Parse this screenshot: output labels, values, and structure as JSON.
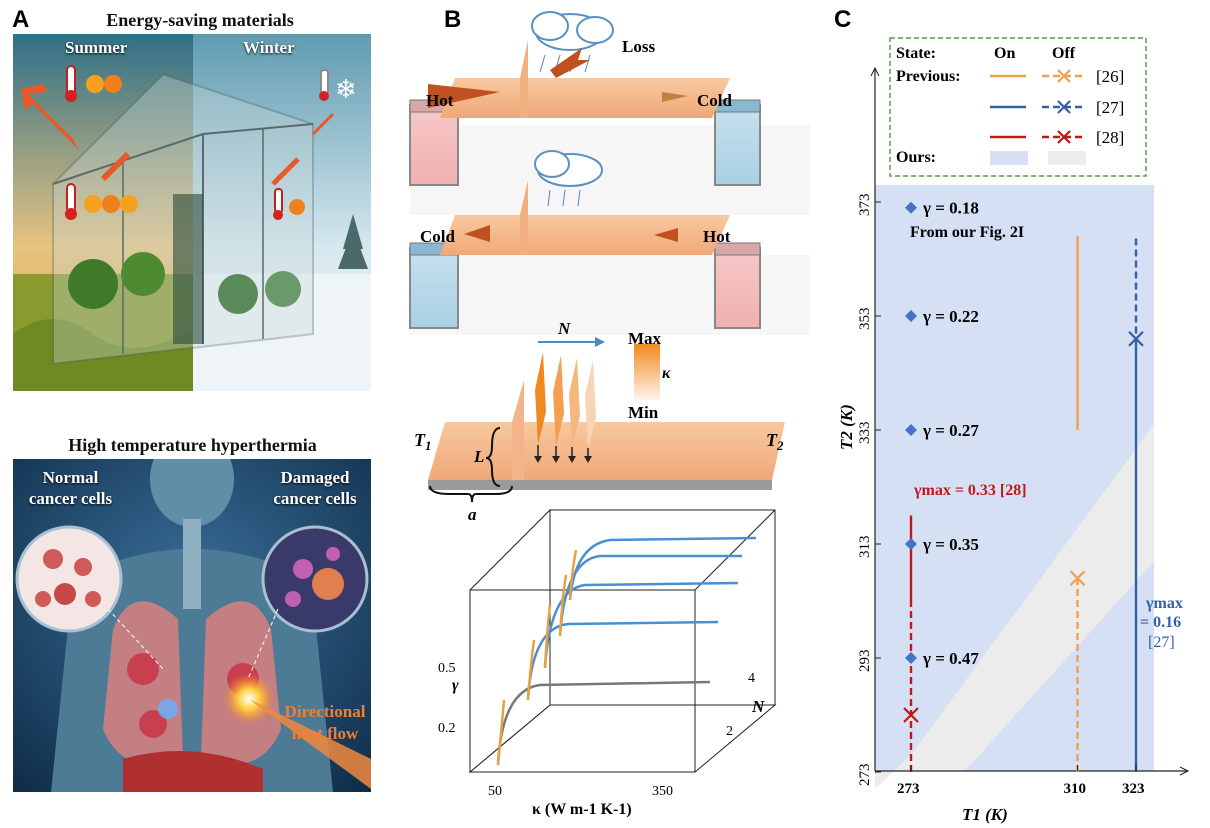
{
  "panels": {
    "A": "A",
    "B": "B",
    "C": "C"
  },
  "panel_a": {
    "top_title": "Energy-saving materials",
    "summer": "Summer",
    "winter": "Winter",
    "bottom_title": "High temperature hyperthermia",
    "normal_line1": "Normal",
    "normal_line2": "cancer cells",
    "damaged_line1": "Damaged",
    "damaged_line2": "cancer cells",
    "heat_line1": "Directional",
    "heat_line2": "heat flow"
  },
  "panel_b": {
    "loss": "Loss",
    "hot": "Hot",
    "cold": "Cold",
    "N": "N",
    "max": "Max",
    "min": "Min",
    "kappa": "κ",
    "T1": "T",
    "T1_sub": "1",
    "T2": "T",
    "T2_sub": "2",
    "L": "L",
    "a": "a",
    "plot": {
      "y_label": "γ",
      "y_ticks": [
        "0.5",
        "0.2"
      ],
      "x_ticks": [
        "50",
        "350"
      ],
      "n_ticks": [
        "4",
        "2"
      ],
      "n_label": "N",
      "x_label": "κ (W m-1 K-1)"
    }
  },
  "panel_c": {
    "legend": {
      "state": "State:",
      "on": "On",
      "off": "Off",
      "previous": "Previous:",
      "ours": "Ours:",
      "refs": [
        "[26]",
        "[27]",
        "[28]"
      ]
    },
    "annotations": {
      "from_fig": "From our Fig. 2I",
      "gmax28": "γmax = 0.33 [28]",
      "gmax27_1": "γmax",
      "gmax27_2": "= 0.16",
      "gmax27_3": "[27]"
    },
    "colors": {
      "ref26": "#f0a050",
      "ref27": "#3560a8",
      "ref28": "#c01818",
      "ours_on": "#d6e0f5",
      "ours_off": "#ececec",
      "point": "#4472c4"
    },
    "chart_data": {
      "type": "scatter",
      "xlabel": "T1 (K)",
      "ylabel": "T2 (K)",
      "x_ticks": [
        273,
        310,
        323
      ],
      "y_ticks": [
        273,
        293,
        313,
        333,
        353,
        373
      ],
      "points": [
        {
          "x": 273,
          "y": 372,
          "label": "γ = 0.18"
        },
        {
          "x": 273,
          "y": 353,
          "label": "γ = 0.22"
        },
        {
          "x": 273,
          "y": 333,
          "label": "γ = 0.27"
        },
        {
          "x": 273,
          "y": 313,
          "label": "γ = 0.35"
        },
        {
          "x": 273,
          "y": 293,
          "label": "γ = 0.47"
        }
      ],
      "series": [
        {
          "name": "[26]",
          "x": 310,
          "on_y": [
            333,
            367
          ],
          "off_y": [
            273,
            307
          ],
          "cross_y": 307
        },
        {
          "name": "[27]",
          "x": 323,
          "on_y": [
            273,
            348
          ],
          "off_y": [
            348,
            367
          ],
          "cross_y": 349
        },
        {
          "name": "[28]",
          "x": 273,
          "on_y": [
            303,
            318
          ],
          "off_y": [
            273,
            303
          ],
          "cross_y": 283
        }
      ]
    }
  }
}
